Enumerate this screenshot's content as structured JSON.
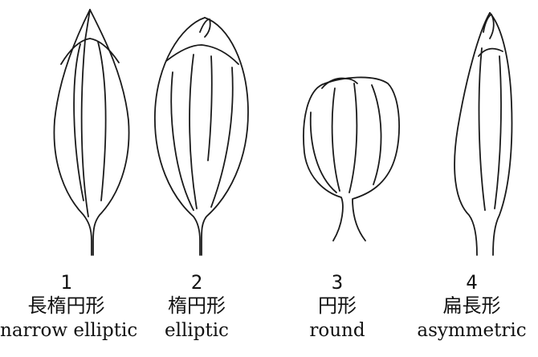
{
  "buds": [
    {
      "number": "1",
      "name_ja": "長楕円形",
      "name_en": "narrow elliptic"
    },
    {
      "number": "2",
      "name_ja": "楕円形",
      "name_en": "elliptic"
    },
    {
      "number": "3",
      "name_ja": "円形",
      "name_en": "round"
    },
    {
      "number": "4",
      "name_ja": "扁長形",
      "name_en": "asymmetric"
    }
  ]
}
